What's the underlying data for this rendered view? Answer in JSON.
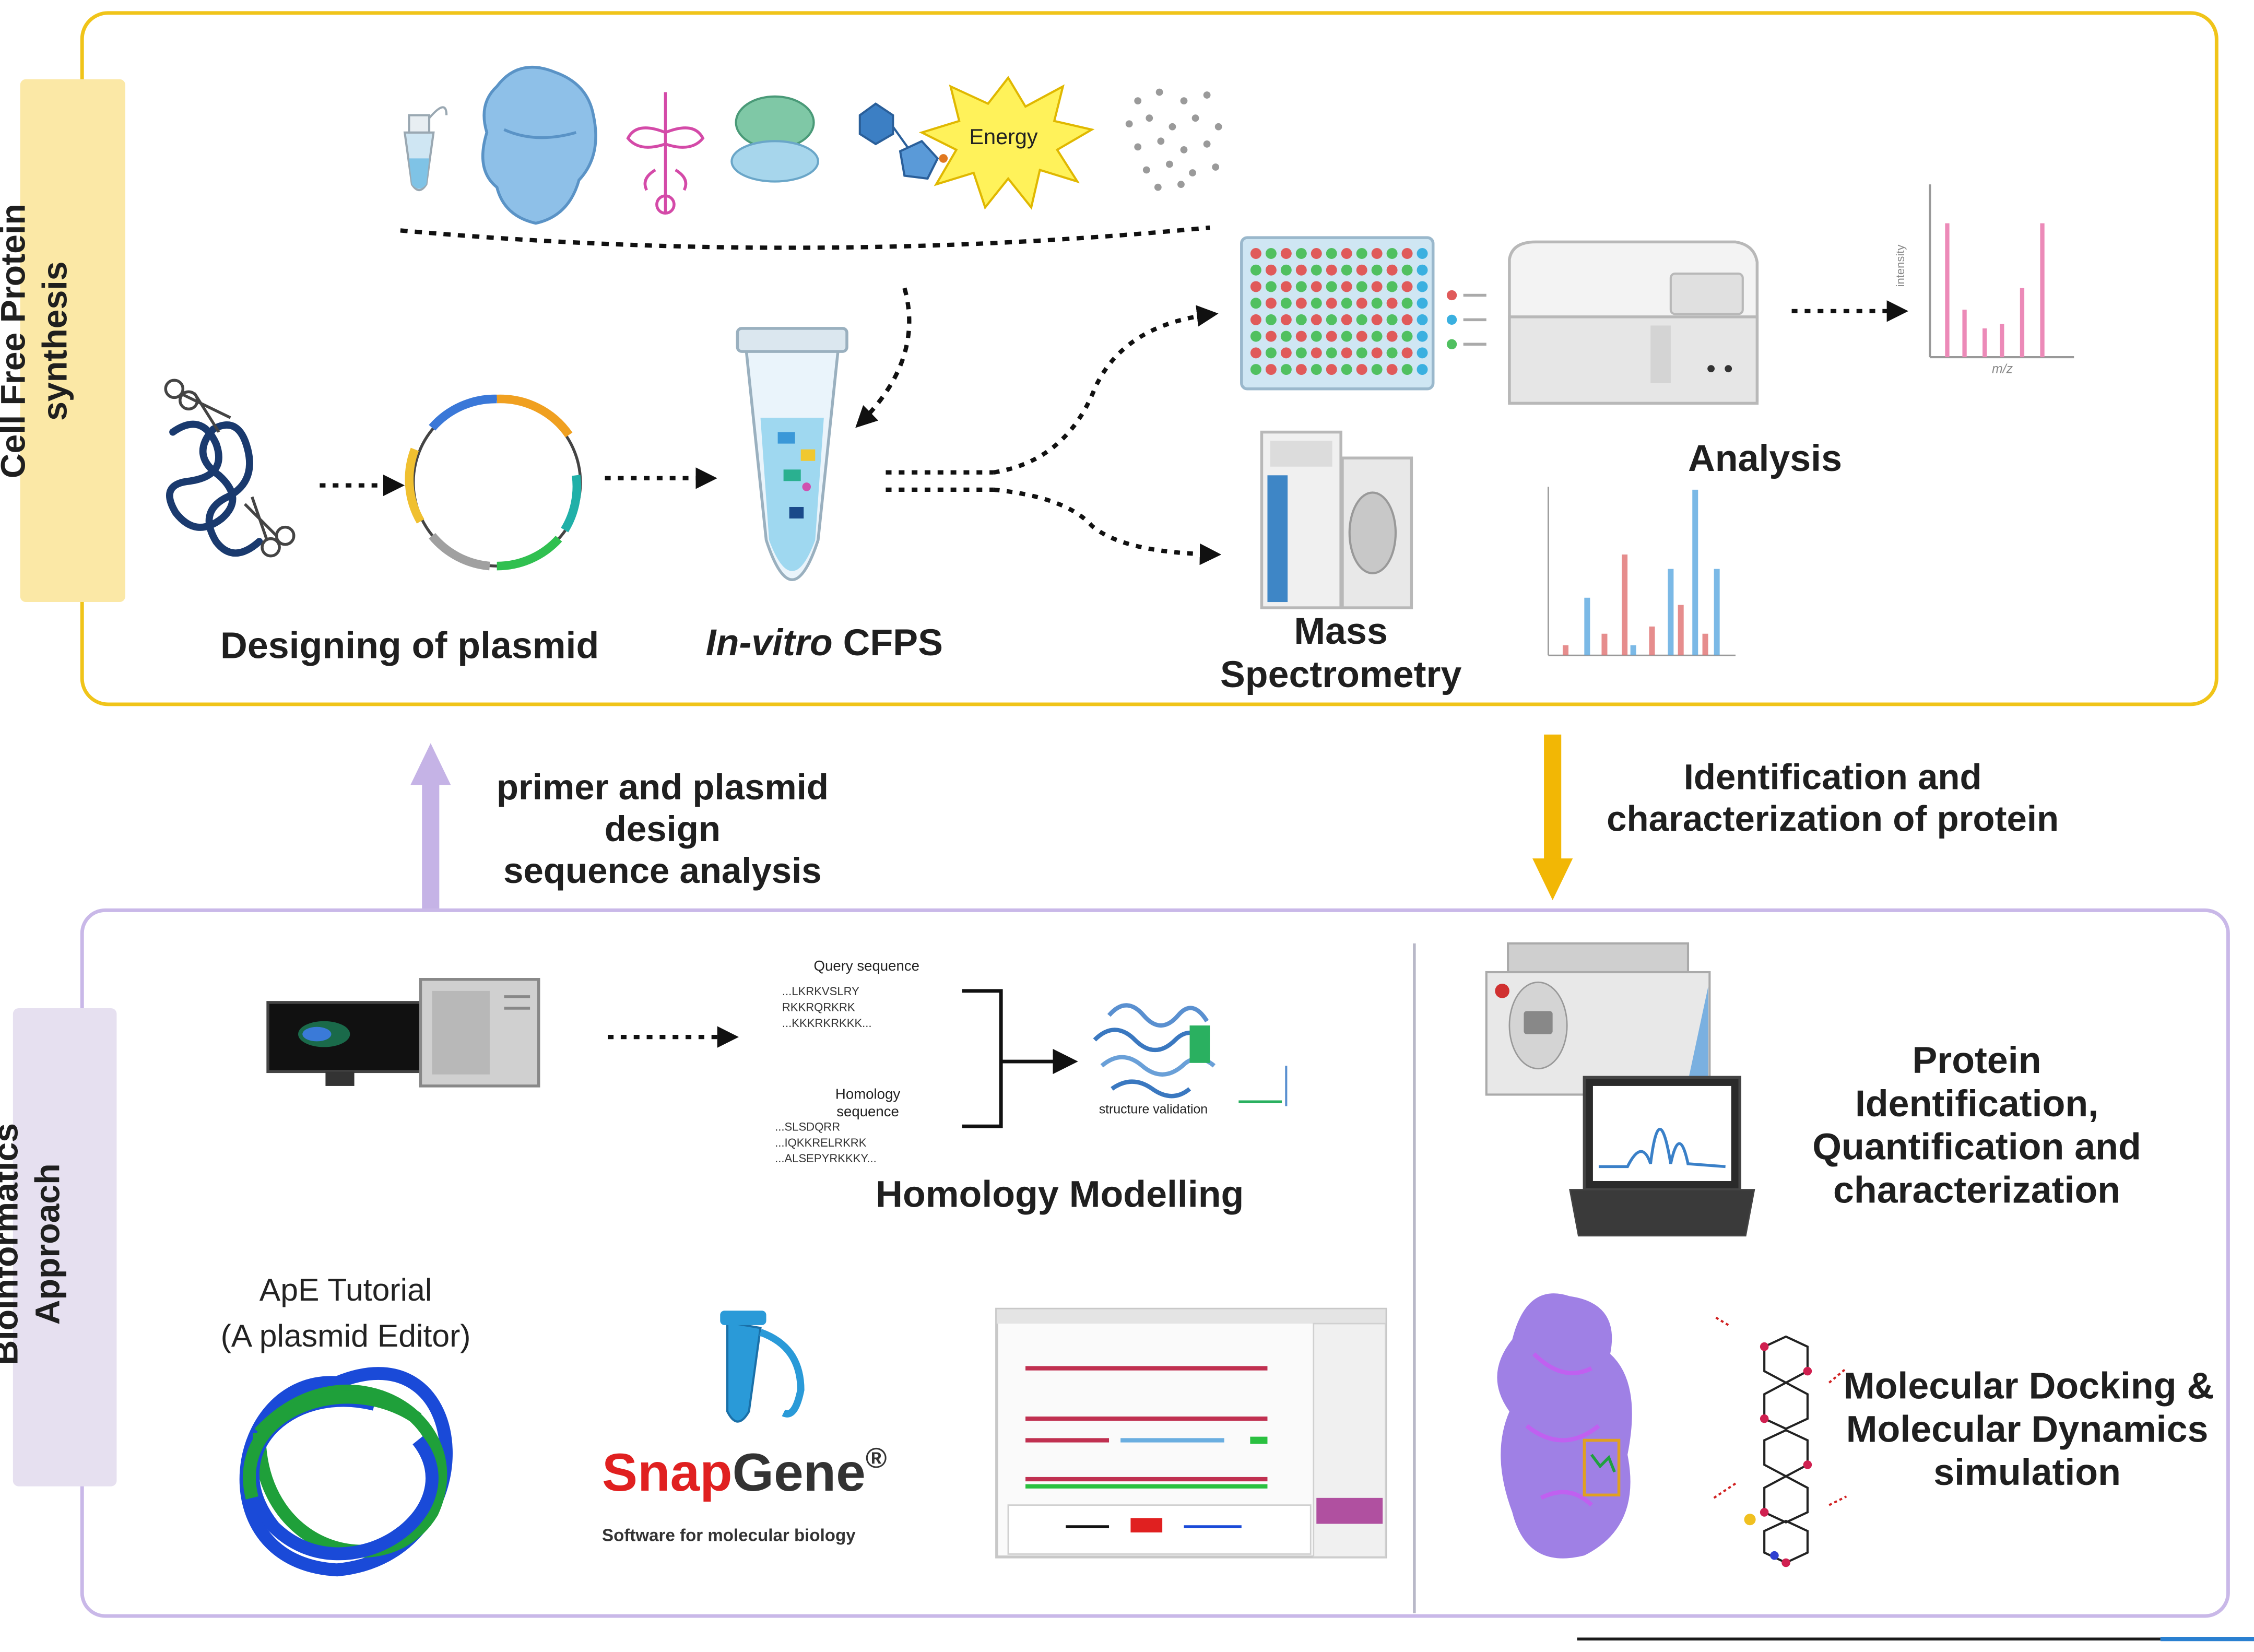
{
  "top_panel": {
    "title_line1": "Cell Free Protein",
    "title_line2": "synthesis",
    "energy_label": "Energy",
    "designing_label": "Designing of plasmid",
    "cfps_italic": "In-vitro",
    "cfps_rest": " CFPS",
    "mass_spec_line1": "Mass",
    "mass_spec_line2": "Spectrometry",
    "analysis_label": "Analysis",
    "bar_plot_ylabel": "intensity",
    "bar_plot_xlabel": "m/z"
  },
  "connectors": {
    "up_label_line1": "primer and plasmid",
    "up_label_line2": "design",
    "up_label_line3": "sequence analysis",
    "down_label_line1": "Identification and",
    "down_label_line2": "characterization of protein"
  },
  "bottom_panel": {
    "title_line1": "Bioinformatics",
    "title_line2": "Approach",
    "query_sequence_label": "Query sequence",
    "query_seq_lines": [
      "...LKRKVSLRY",
      "RKKRQRKRK",
      "...KKKRKRKKK..."
    ],
    "homology_sequence_label_line1": "Homology",
    "homology_sequence_label_line2": "sequence",
    "homology_seq_lines": [
      "...SLSDQRR",
      "...IQKKRELRKRK",
      "...ALSEPYRKKKY..."
    ],
    "structure_validation_label": "structure validation",
    "homology_modelling_label": "Homology Modelling",
    "ape_line1": "ApE Tutorial",
    "ape_line2": "(A plasmid Editor)",
    "snapgene_snap": "Snap",
    "snapgene_gene": "Gene",
    "snapgene_reg": "®",
    "snapgene_tagline": "Software for molecular biology",
    "protein_id_line1": "Protein",
    "protein_id_line2": "Identification,",
    "protein_id_line3": "Quantification and",
    "protein_id_line4": "characterization",
    "docking_line1": "Molecular Docking &",
    "docking_line2": "Molecular Dynamics",
    "docking_line3": "simulation"
  },
  "colors": {
    "top_border": "#f0c419",
    "bottom_border": "#c9b8e8",
    "top_tab": "#fbe8a6",
    "bottom_tab": "#e6e0f0",
    "up_arrow": "#c5b3e6",
    "down_arrow": "#f2b705",
    "snapgene_red": "#e02020"
  }
}
